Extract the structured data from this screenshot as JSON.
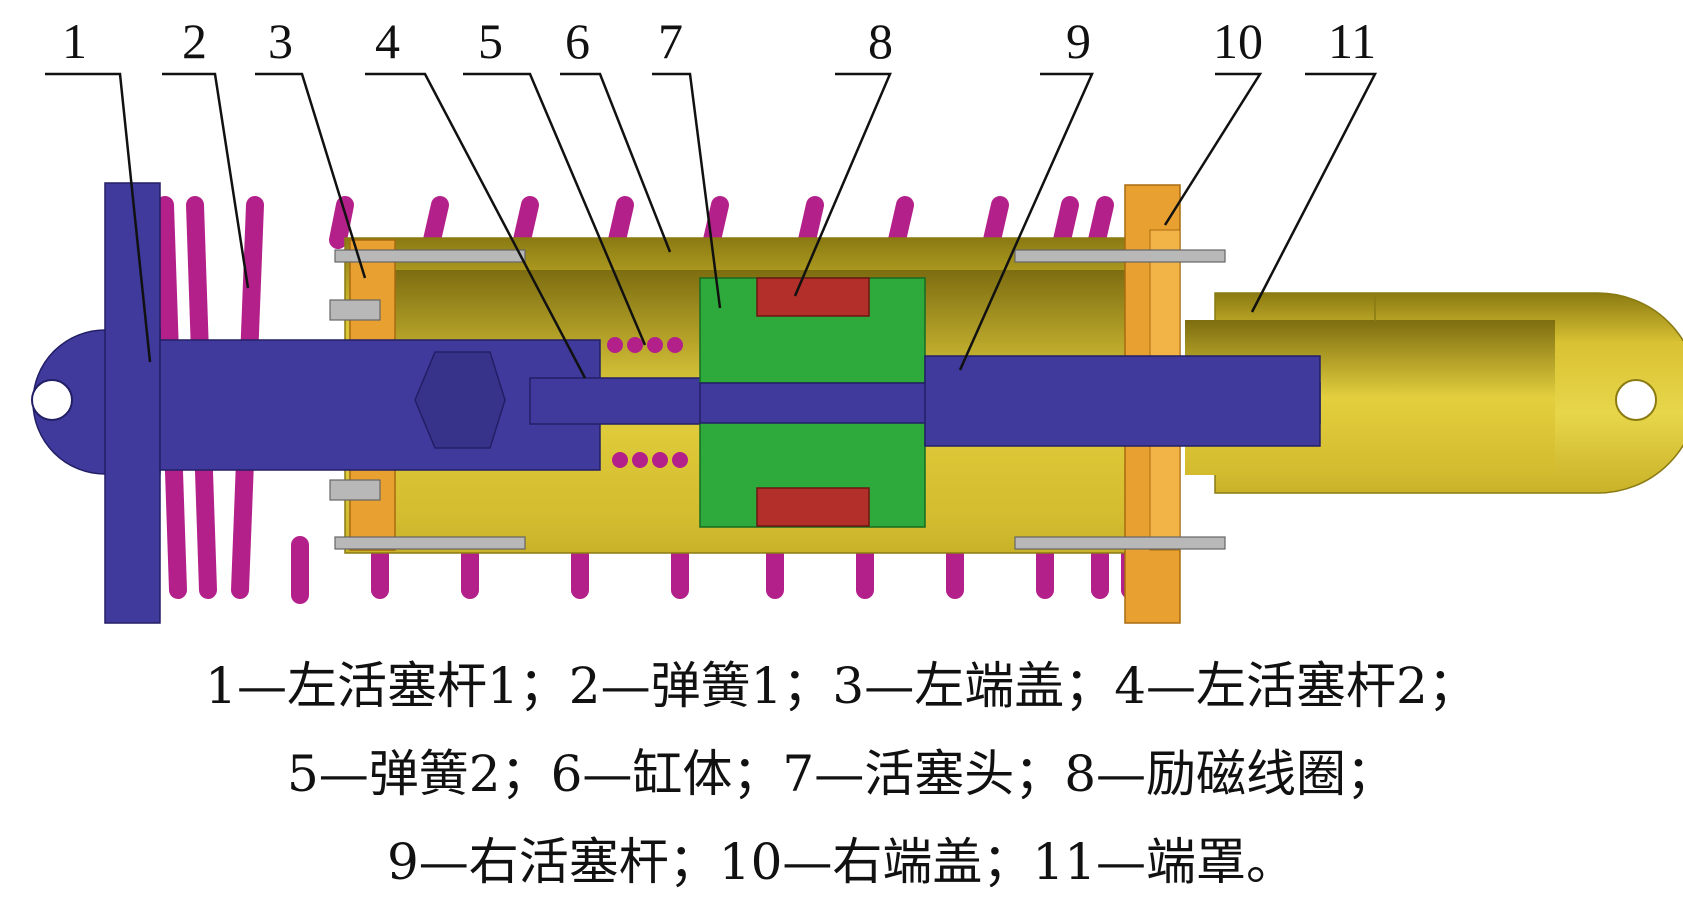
{
  "callout_labels": [
    "1",
    "2",
    "3",
    "4",
    "5",
    "6",
    "7",
    "8",
    "9",
    "10",
    "11"
  ],
  "caption": {
    "line1": "1—左活塞杆1；2—弹簧1；3—左端盖；4—左活塞杆2；",
    "line2": "5—弹簧2；6—缸体；7—活塞头；8—励磁线圈；",
    "line3": "9—右活塞杆；10—右端盖；11—端罩。"
  },
  "colors": {
    "piston_rod": "#3f3a9c",
    "spring": "#b4208a",
    "cylinder": "#d9c233",
    "end_cap": "#e8a030",
    "piston_head": "#2eaa3c",
    "coil": "#b3302a",
    "bolt": "#b8b8b8"
  }
}
